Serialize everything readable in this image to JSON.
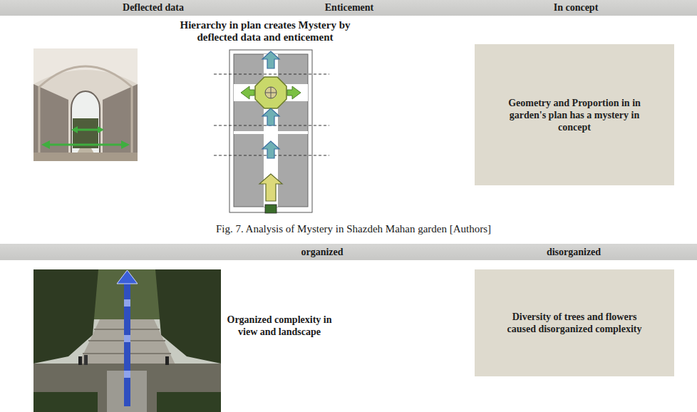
{
  "diagram": {
    "caption": "Fig. 7. Analysis of Mystery in Shazdeh Mahan garden [Authors]",
    "nodes": [
      {
        "text": [
          "Deflected data",
          "Enticement",
          "In concept"
        ]
      },
      {
        "text": [
          "Geometry and Proportion in in garden's plan has a mystery in concept"
        ]
      },
      {
        "text": [
          "organized",
          "disorganized"
        ]
      },
      {
        "text": [
          "Diversity of trees and flowers caused disorganized complexity"
        ]
      }
    ],
    "labels": [
      "Hierarchy in plan creates Mystery by deflected data and enticement",
      "Organized complexity in view and landscape"
    ]
  }
}
